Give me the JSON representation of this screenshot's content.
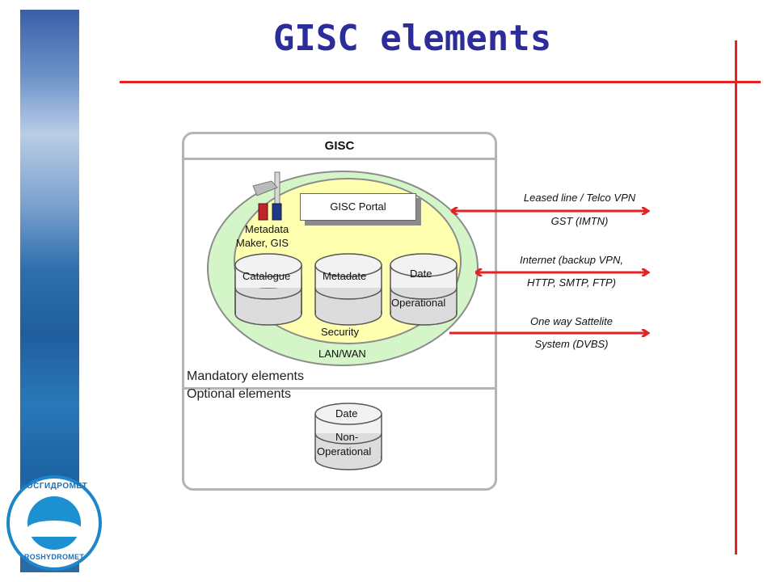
{
  "title": "GISC elements",
  "diagram": {
    "box_title": "GISC",
    "portal": "GISC Portal",
    "metadata_maker": [
      "Metadata",
      "Maker, GIS"
    ],
    "cylinders": {
      "catalogue": "Catalogue",
      "metadata": "Metadate",
      "date_operational_top": "Date",
      "date_operational_bottom": "Operational",
      "date_non_op_top": "Date",
      "date_non_op_line1": "Non-",
      "date_non_op_line2": "Operational"
    },
    "security": "Security",
    "lan_wan": "LAN/WAN",
    "mandatory": "Mandatory elements",
    "optional": "Optional elements"
  },
  "links": [
    {
      "line1": "Leased line / Telco VPN",
      "line2": "GST (IMTN)"
    },
    {
      "line1": "Internet (backup VPN,",
      "line2": "HTTP, SMTP, FTP)"
    },
    {
      "line1": "One way Sattelite",
      "line2": "System (DVBS)"
    }
  ],
  "logo": {
    "top_text": "РОСГИДРОМЕТ",
    "bottom_text": "ROSHYDROMET"
  },
  "colors": {
    "accent_red": "#e32323",
    "title_blue": "#2c2c9a",
    "lan_green": "#d4f5c8",
    "security_yellow": "#ffffb0"
  }
}
